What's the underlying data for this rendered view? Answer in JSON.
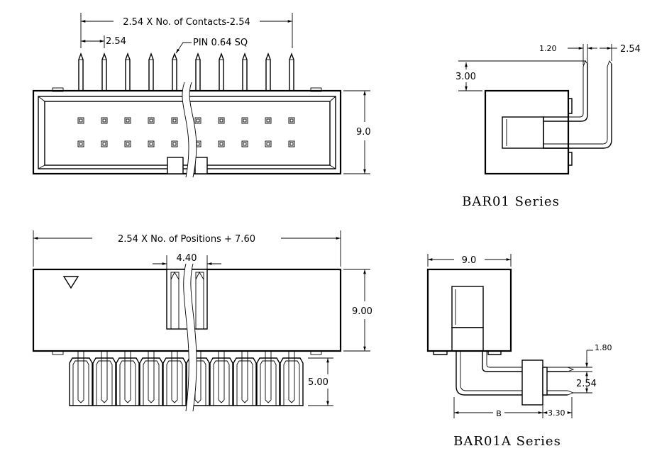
{
  "top_front": {
    "dim_total": "2.54 X No. of Contacts-2.54",
    "dim_pitch": "2.54",
    "pin_callout": "PIN 0.64 SQ",
    "dim_height": "9.0"
  },
  "bar01": {
    "dim_a": "1.20",
    "dim_b": "2.54",
    "dim_c": "3.00",
    "caption": "BAR01 Series"
  },
  "bottom_front": {
    "dim_total": "2.54 X No. of Positions + 7.60",
    "dim_key": "4.40",
    "dim_height": "9.00",
    "dim_pin": "5.00"
  },
  "bar01a": {
    "dim_width": "9.0",
    "dim_a": "1.80",
    "dim_b": "2.54",
    "dim_c": "B",
    "dim_d": "3.30",
    "caption": "BAR01A Series"
  }
}
